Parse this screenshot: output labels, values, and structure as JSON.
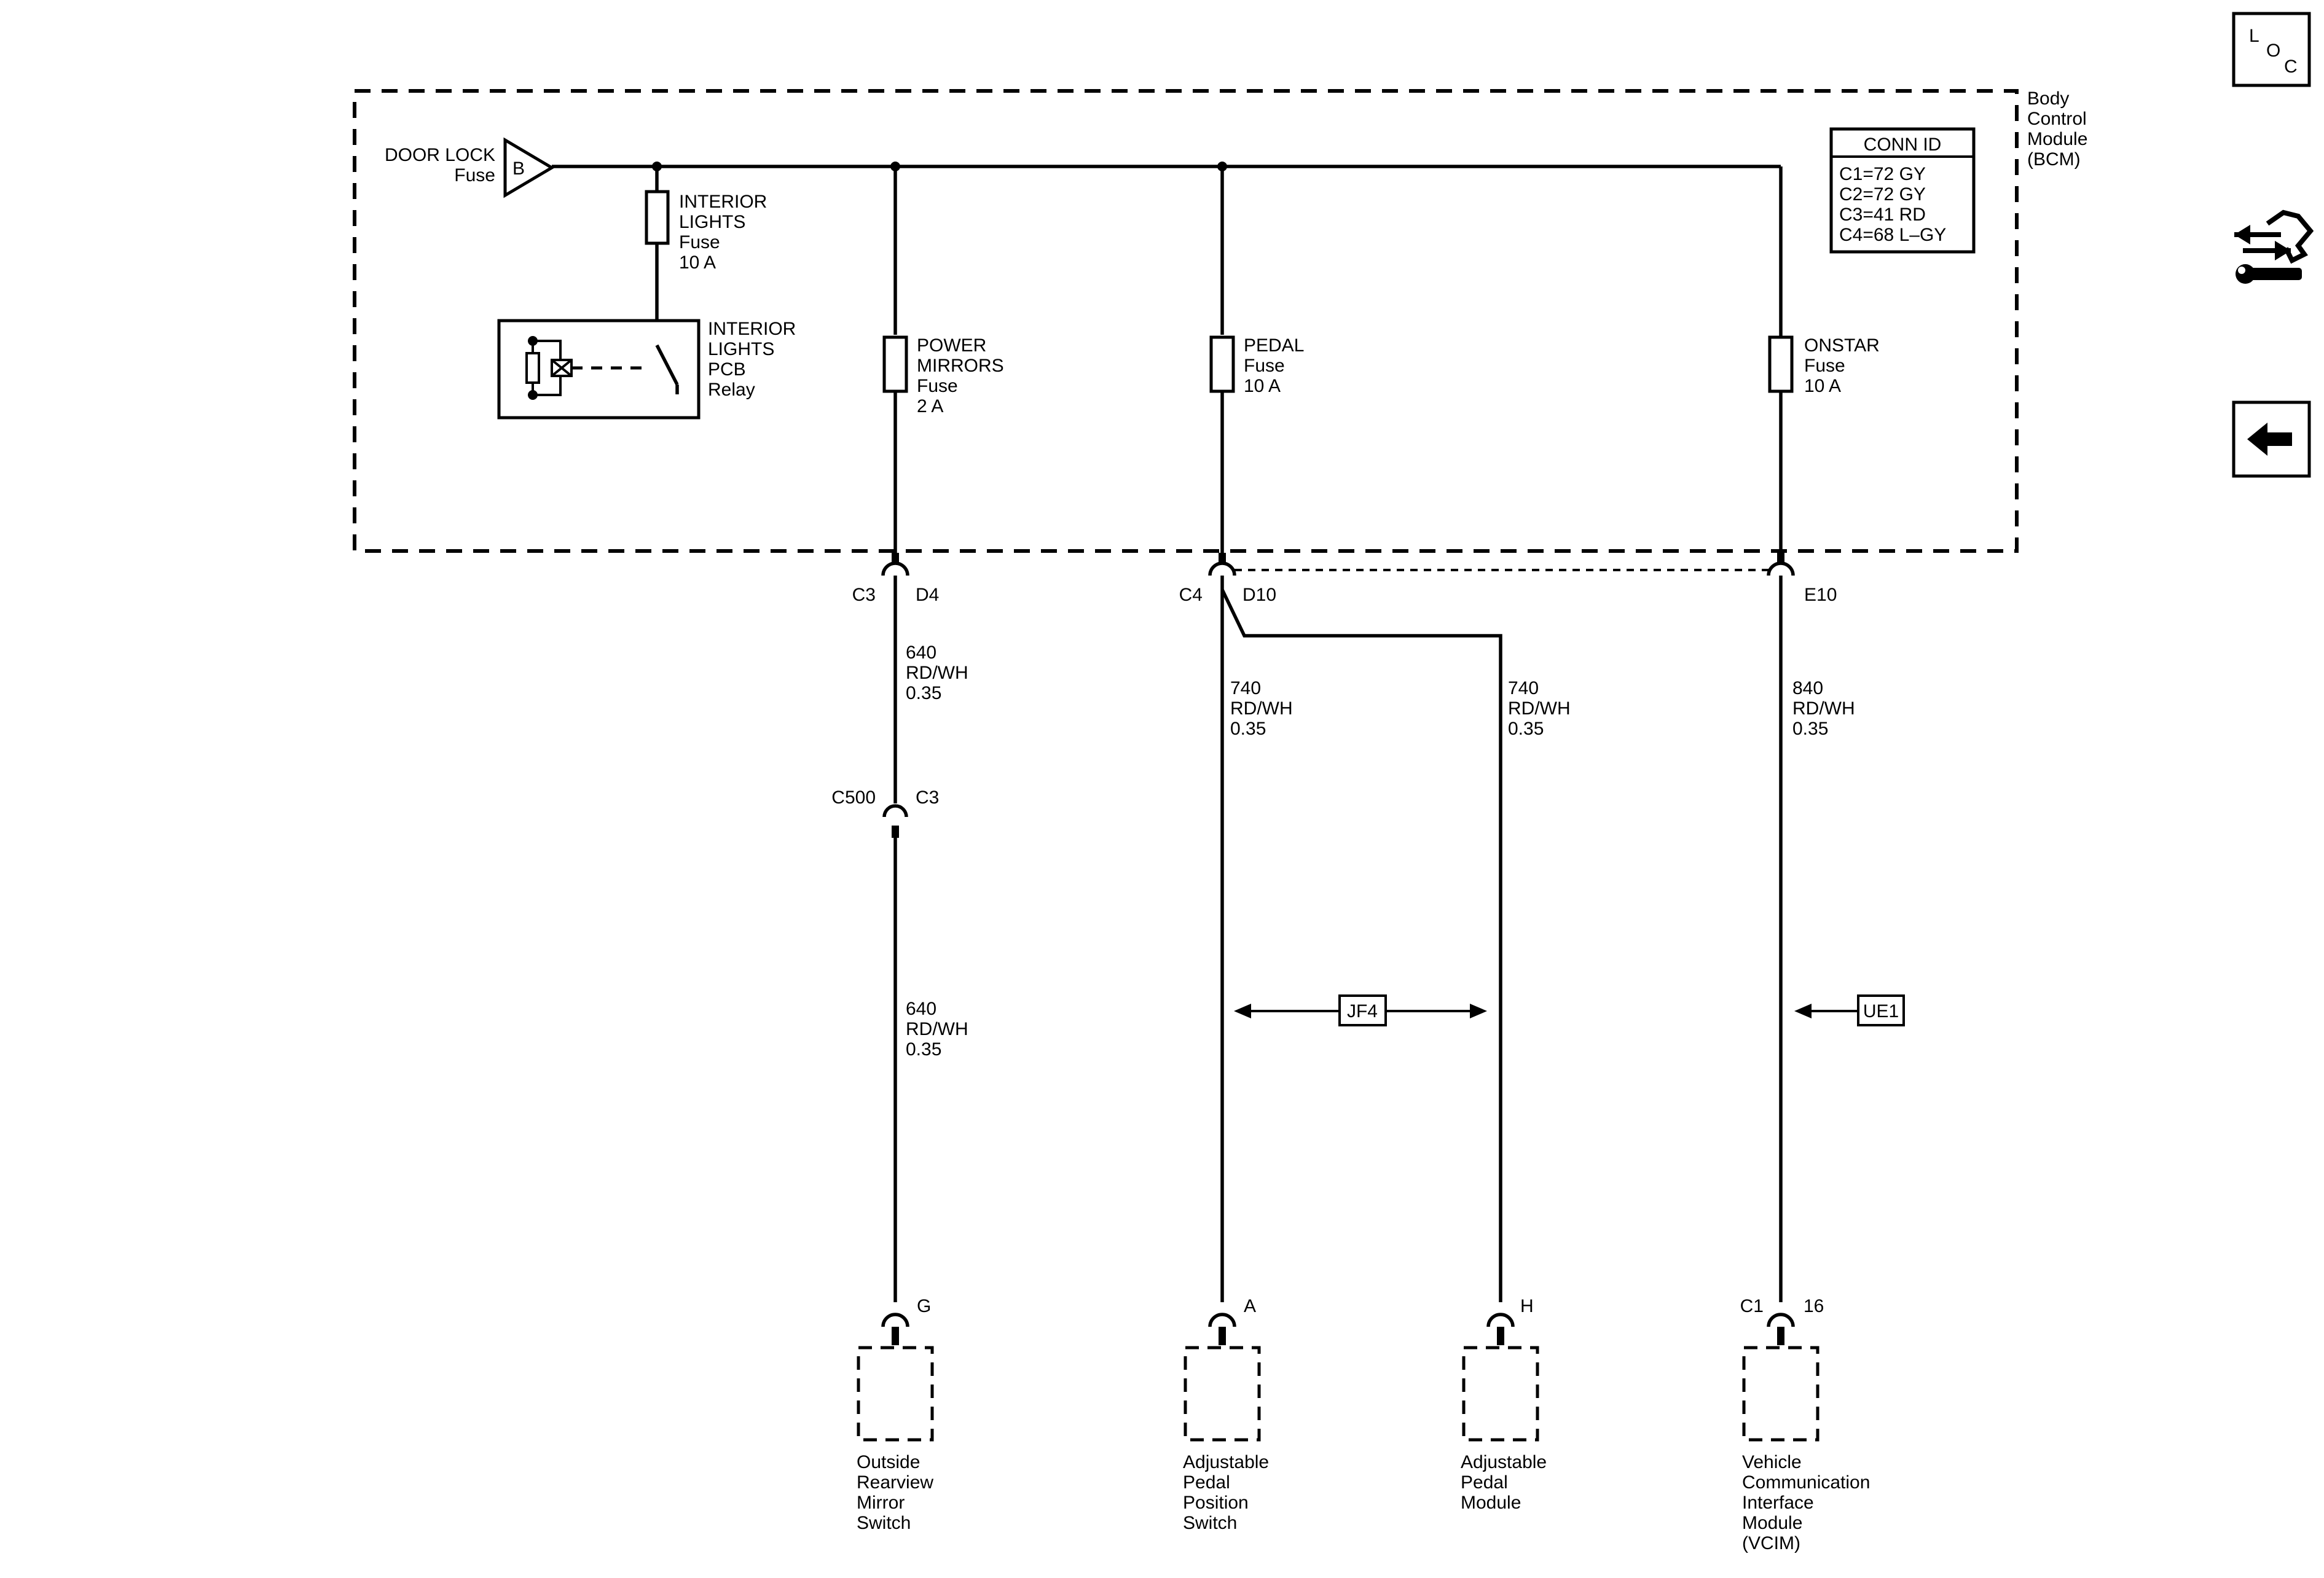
{
  "bcm": {
    "name_lines": [
      "Body",
      "Control",
      "Module",
      "(BCM)"
    ],
    "conn_id": {
      "title": "CONN ID",
      "rows": [
        "C1=72 GY",
        "C2=72 GY",
        "C3=41 RD",
        "C4=68 L–GY"
      ]
    }
  },
  "source": {
    "label_lines": [
      "DOOR LOCK",
      "Fuse"
    ],
    "connector": "B"
  },
  "fuses": [
    {
      "lines": [
        "INTERIOR",
        "LIGHTS",
        "Fuse",
        "10 A"
      ]
    },
    {
      "lines": [
        "POWER",
        "MIRRORS",
        "Fuse",
        "2 A"
      ]
    },
    {
      "lines": [
        "PEDAL",
        "Fuse",
        "10 A"
      ]
    },
    {
      "lines": [
        "ONSTAR",
        "Fuse",
        "10 A"
      ]
    }
  ],
  "relay": {
    "lines": [
      "INTERIOR",
      "LIGHTS",
      "PCB",
      "Relay"
    ]
  },
  "pins": {
    "c3": "C3",
    "d4": "D4",
    "c4": "C4",
    "d10": "D10",
    "e10": "E10",
    "c500": "C500",
    "c500_pin": "C3",
    "g": "G",
    "a": "A",
    "h": "H",
    "c1": "C1",
    "p16": "16"
  },
  "wires": {
    "w640_upper": [
      "640",
      "RD/WH",
      "0.35"
    ],
    "w640_lower": [
      "640",
      "RD/WH",
      "0.35"
    ],
    "w740_left": [
      "740",
      "RD/WH",
      "0.35"
    ],
    "w740_right": [
      "740",
      "RD/WH",
      "0.35"
    ],
    "w840": [
      "840",
      "RD/WH",
      "0.35"
    ]
  },
  "refs": {
    "jf4": "JF4",
    "ue1": "UE1"
  },
  "components": [
    {
      "lines": [
        "Outside",
        "Rearview",
        "Mirror",
        "Switch"
      ]
    },
    {
      "lines": [
        "Adjustable",
        "Pedal",
        "Position",
        "Switch"
      ]
    },
    {
      "lines": [
        "Adjustable",
        "Pedal",
        "Module"
      ]
    },
    {
      "lines": [
        "Vehicle",
        "Communication",
        "Interface",
        "Module",
        "(VCIM)"
      ]
    }
  ],
  "sidebar": {
    "loc_icon": {
      "letters": [
        "L",
        "O",
        "C"
      ]
    },
    "icons": [
      "loc-icon",
      "component-swap-icon",
      "back-arrow-icon"
    ]
  }
}
